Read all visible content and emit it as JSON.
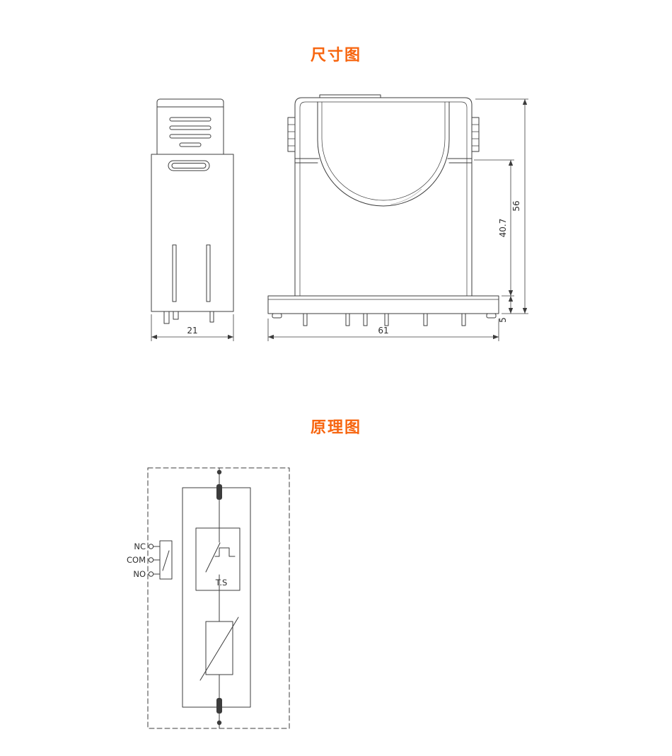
{
  "colors": {
    "accent": "#f7650f",
    "line": "#3c3c3c"
  },
  "dimension_section": {
    "title": "尺寸图",
    "labels": {
      "side_width": "21",
      "front_width": "61",
      "total_height": "56",
      "upper_height": "40.7",
      "base_height": "5"
    }
  },
  "schematic_section": {
    "title": "原理图",
    "labels": {
      "nc": "NC",
      "com": "COM",
      "no": "NO",
      "thermal_switch": "T.S"
    }
  }
}
